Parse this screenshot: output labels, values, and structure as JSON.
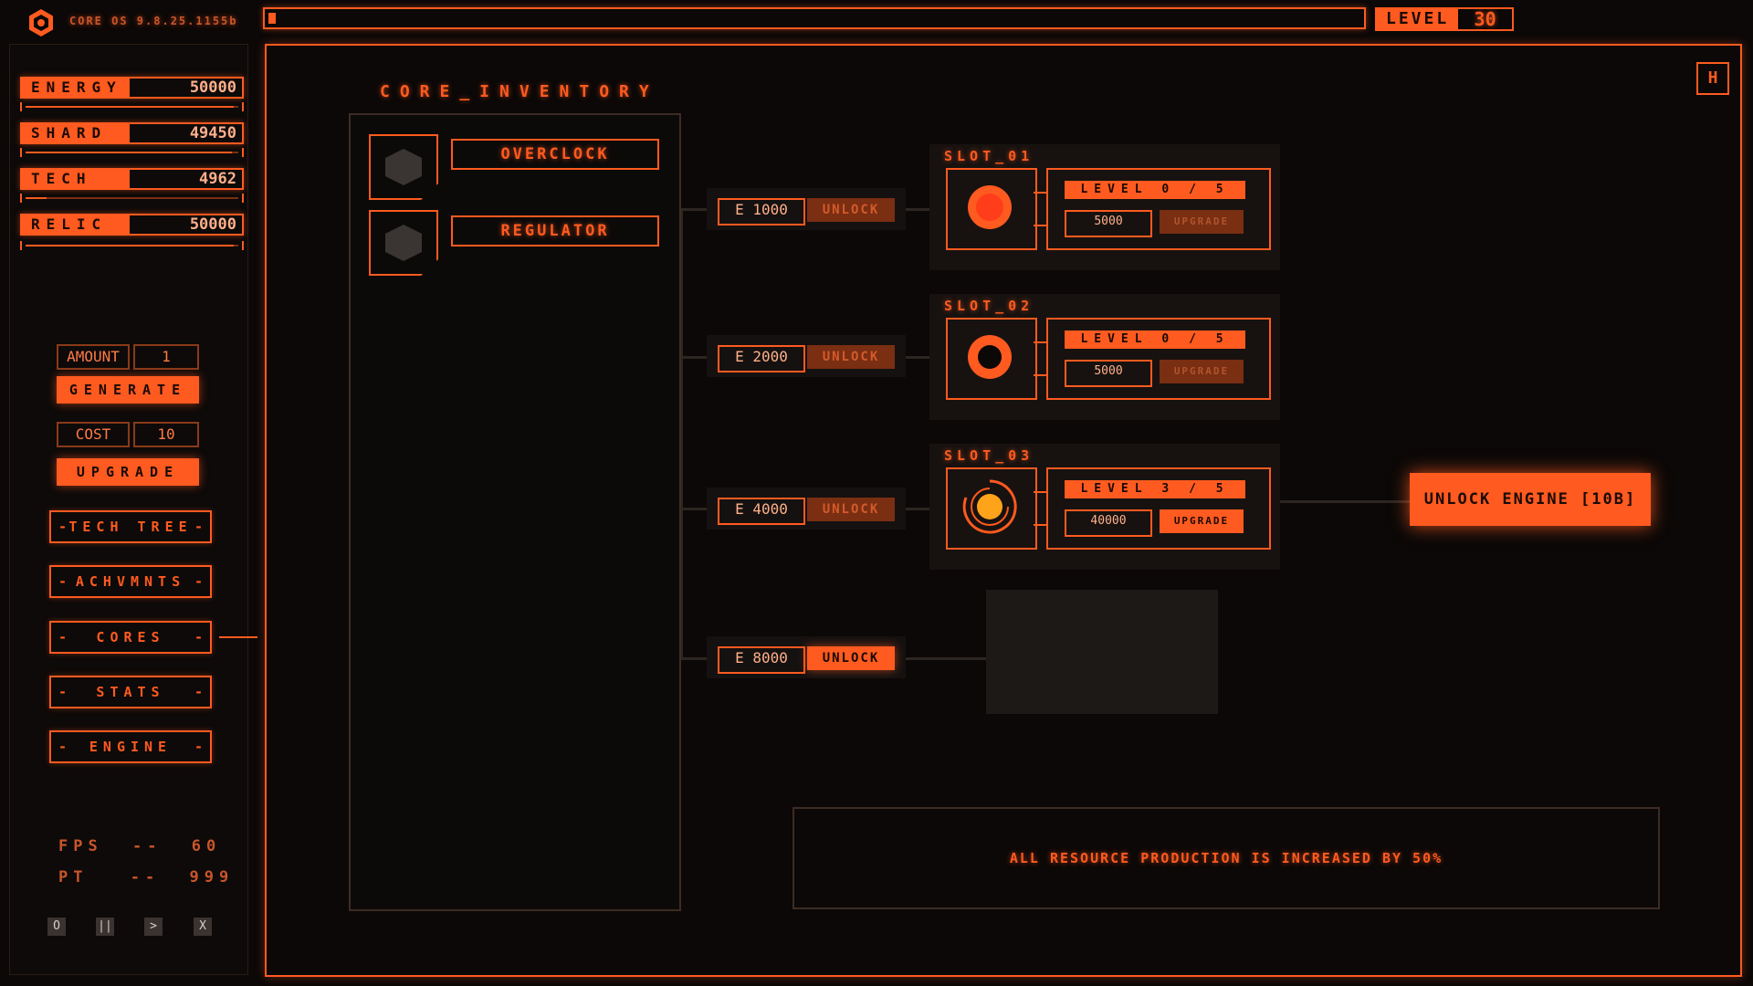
{
  "header": {
    "os_label": "CORE OS 9.8.25.1155b",
    "progress": 0.007,
    "level_label": "LEVEL",
    "level_value": "30"
  },
  "resources": [
    {
      "name": "ENERGY",
      "value": "50000",
      "bar": 0.98
    },
    {
      "name": "SHARD",
      "value": "49450",
      "bar": 0.97
    },
    {
      "name": "TECH",
      "value": "4962",
      "bar": 0.1
    },
    {
      "name": "RELIC",
      "value": "50000",
      "bar": 0.98
    }
  ],
  "generator": {
    "amount_label": "AMOUNT",
    "amount_value": "1",
    "generate_label": "GENERATE",
    "cost_label": "COST",
    "cost_value": "10",
    "upgrade_label": "UPGRADE"
  },
  "nav": [
    {
      "label": "TECH TREE"
    },
    {
      "label": "ACHVMNTS"
    },
    {
      "label": "CORES"
    },
    {
      "label": "STATS"
    },
    {
      "label": "ENGINE"
    }
  ],
  "stats": {
    "fps_label": "FPS",
    "fps_sep": "--",
    "fps_value": "60",
    "pt_label": "PT",
    "pt_sep": "--",
    "pt_value": "999"
  },
  "controls": [
    "O",
    "||",
    ">",
    "X"
  ],
  "help_label": "H",
  "inventory": {
    "title": "CORE_INVENTORY",
    "items": [
      {
        "label": "OVERCLOCK"
      },
      {
        "label": "REGULATOR"
      }
    ]
  },
  "unlock_costs": [
    {
      "cost": "E 1000",
      "unlock_label": "UNLOCK",
      "active": false
    },
    {
      "cost": "E 2000",
      "unlock_label": "UNLOCK",
      "active": false
    },
    {
      "cost": "E 4000",
      "unlock_label": "UNLOCK",
      "active": false
    },
    {
      "cost": "E 8000",
      "unlock_label": "UNLOCK",
      "active": true
    }
  ],
  "slots": [
    {
      "title": "SLOT_01",
      "level": "LEVEL 0 / 5",
      "cost": "5000",
      "upgrade_label": "UPGRADE",
      "upgrade_active": false
    },
    {
      "title": "SLOT_02",
      "level": "LEVEL 0 / 5",
      "cost": "5000",
      "upgrade_label": "UPGRADE",
      "upgrade_active": false
    },
    {
      "title": "SLOT_03",
      "level": "LEVEL 3 / 5",
      "cost": "40000",
      "upgrade_label": "UPGRADE",
      "upgrade_active": true
    }
  ],
  "engine": {
    "unlock_label": "UNLOCK ENGINE [10B]"
  },
  "message": "ALL RESOURCE PRODUCTION IS INCREASED BY 50%",
  "colors": {
    "accent": "#ff5a1f",
    "dim": "#7a2e12",
    "background": "#0b0807"
  }
}
